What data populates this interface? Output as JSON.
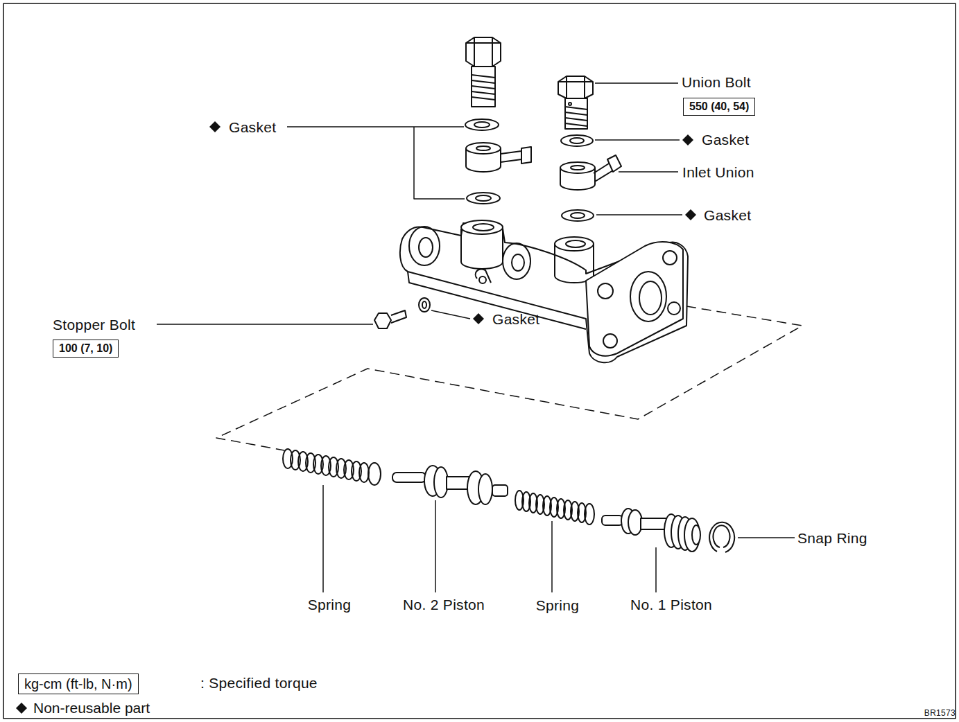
{
  "diagram": {
    "nodes": [
      {
        "text": [
          "550 (40, 54)"
        ]
      },
      {
        "text": [
          "100 (7, 10)"
        ]
      },
      {
        "text": [
          "kg-cm (ft-lb, N·m)"
        ]
      }
    ],
    "labels": [
      "Gasket",
      "Union Bolt",
      "Gasket",
      "Inlet Union",
      "Gasket",
      "Stopper Bolt",
      "Gasket",
      "Spring",
      "No. 2 Piston",
      "Spring",
      "No. 1 Piston",
      "Snap Ring",
      ": Specified torque",
      "BR1573"
    ],
    "legend": [
      {
        "text": "Non-reusable part"
      }
    ]
  }
}
